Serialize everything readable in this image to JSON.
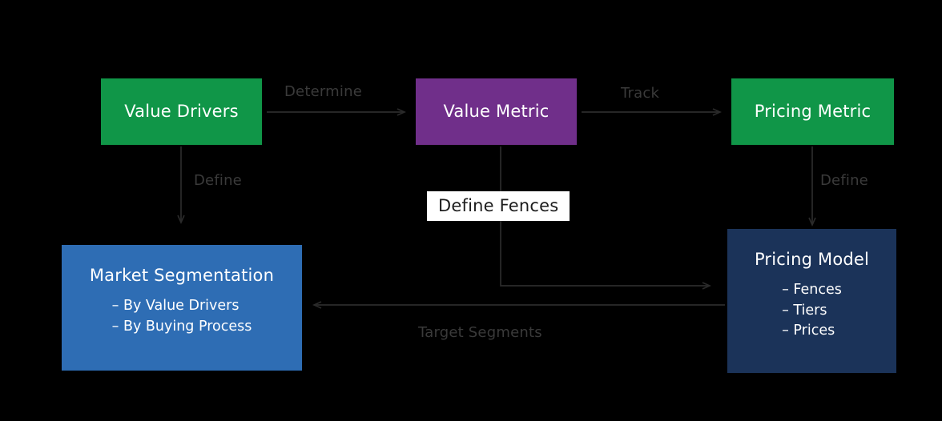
{
  "diagram": {
    "title": "Value Drivers to Pricing Model flow",
    "background_color": "#000000",
    "nodes": [
      {
        "id": "value-drivers",
        "label": "Value Drivers",
        "color": "#109648",
        "text_color": "#FFFFFF",
        "bullets": []
      },
      {
        "id": "value-metric",
        "label": "Value Metric",
        "color": "#702F8A",
        "text_color": "#FFFFFF",
        "bullets": []
      },
      {
        "id": "pricing-metric",
        "label": "Pricing Metric",
        "color": "#109648",
        "text_color": "#FFFFFF",
        "bullets": []
      },
      {
        "id": "market-segmentation",
        "label": "Market Segmentation",
        "color": "#2E6DB4",
        "text_color": "#FFFFFF",
        "bullets": [
          "– By Value Drivers",
          "– By Buying Process"
        ]
      },
      {
        "id": "pricing-model",
        "label": "Pricing Model",
        "color": "#1B3359",
        "text_color": "#FFFFFF",
        "bullets": [
          "– Fences",
          "– Tiers",
          "– Prices"
        ]
      }
    ],
    "edges": [
      {
        "id": "determine",
        "label": "Determine",
        "from": "value-drivers",
        "to": "value-metric",
        "label_color": "#3A3A3A"
      },
      {
        "id": "track",
        "label": "Track",
        "from": "value-metric",
        "to": "pricing-metric",
        "label_color": "#3A3A3A"
      },
      {
        "id": "define-left",
        "label": "Define",
        "from": "value-drivers",
        "to": "market-segmentation",
        "label_color": "#3A3A3A"
      },
      {
        "id": "define-right",
        "label": "Define",
        "from": "pricing-metric",
        "to": "pricing-model",
        "label_color": "#3A3A3A"
      },
      {
        "id": "define-fences",
        "label": "Define Fences",
        "from": "value-metric",
        "to": "pricing-model",
        "label_color": "#1C1C1C",
        "label_background": "#FFFFFF"
      },
      {
        "id": "target-segments",
        "label": "Target Segments",
        "from": "pricing-model",
        "to": "market-segmentation",
        "label_color": "#3A3A3A"
      }
    ],
    "arrow_color": "#2B2B2B"
  }
}
